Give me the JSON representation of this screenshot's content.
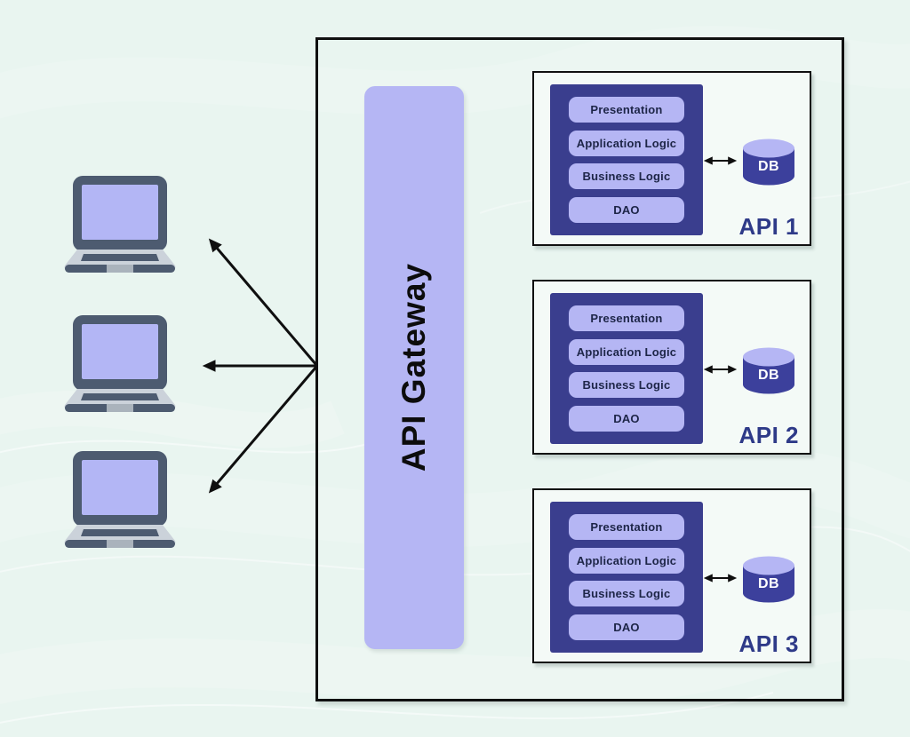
{
  "gateway": {
    "label": "API Gateway"
  },
  "clients": {
    "icon": "laptop-icon",
    "count": 3
  },
  "services": [
    {
      "name": "API 1",
      "layers": [
        "Presentation",
        "Application Logic",
        "Business Logic",
        "DAO"
      ],
      "database": {
        "icon": "database-cylinder-icon",
        "label": "DB"
      }
    },
    {
      "name": "API 2",
      "layers": [
        "Presentation",
        "Application Logic",
        "Business Logic",
        "DAO"
      ],
      "database": {
        "icon": "database-cylinder-icon",
        "label": "DB"
      }
    },
    {
      "name": "API 3",
      "layers": [
        "Presentation",
        "Application Logic",
        "Business Logic",
        "DAO"
      ],
      "database": {
        "icon": "database-cylinder-icon",
        "label": "DB"
      }
    }
  ],
  "icons": {
    "client": "laptop-icon",
    "database": "database-cylinder-icon",
    "client_link": "bidirectional-arrow-icon",
    "database_link": "bidirectional-arrow-icon"
  },
  "colors": {
    "background": "#e9f5f0",
    "panel": "#f4faf7",
    "lavender": "#b5b6f4",
    "stack_indigo": "#3a3e8e",
    "db_indigo": "#3c409c",
    "service_label": "#2e3a88",
    "layer_text": "#1d2547",
    "laptop_frame": "#4d5b70",
    "laptop_base": "#cbd2da",
    "arrow": "#0f0f0f"
  }
}
